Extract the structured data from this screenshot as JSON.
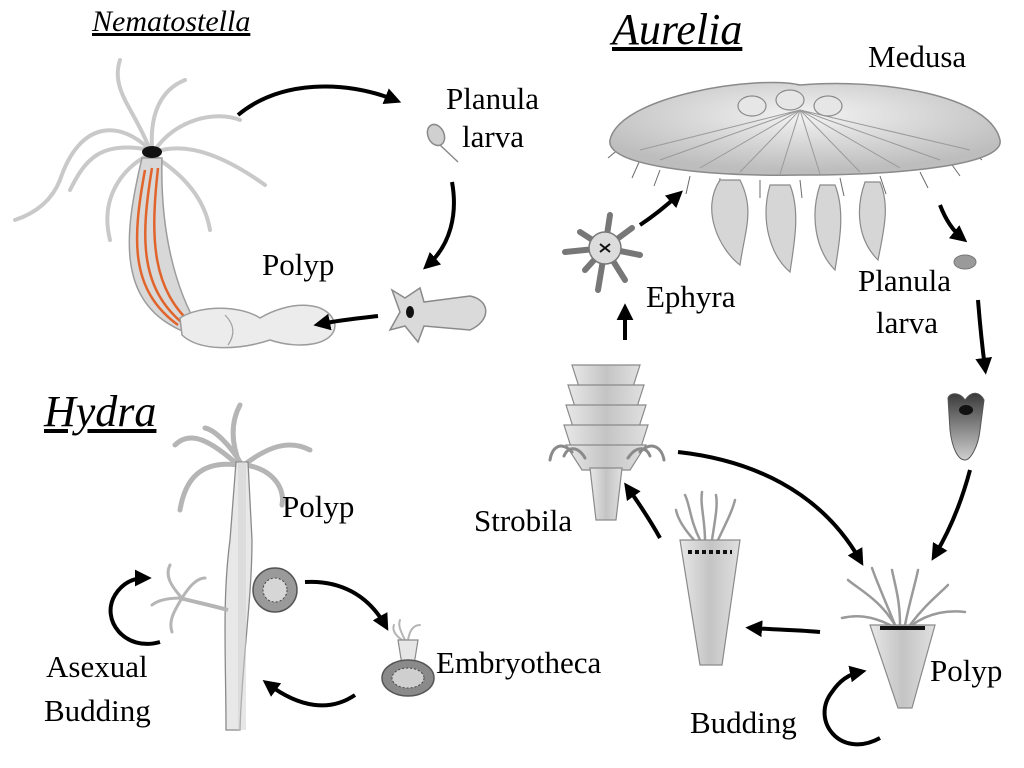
{
  "titles": {
    "nematostella": "Nematostella",
    "aurelia": "Aurelia",
    "hydra": "Hydra"
  },
  "labels": {
    "nema_planula_1": "Planula",
    "nema_planula_2": "larva",
    "nema_polyp": "Polyp",
    "aur_medusa": "Medusa",
    "aur_ephyra": "Ephyra",
    "aur_planula_1": "Planula",
    "aur_planula_2": "larva",
    "aur_strobila": "Strobila",
    "aur_polyp": "Polyp",
    "aur_budding": "Budding",
    "hyd_polyp": "Polyp",
    "hyd_asexual_1": "Asexual",
    "hyd_asexual_2": "Budding",
    "hyd_embryotheca": "Embryotheca"
  },
  "colors": {
    "arrow": "#000000",
    "organism_fill": "#cfcfcf",
    "organism_stroke": "#8a8a8a",
    "nematostella_muscle": "#e0642c"
  }
}
